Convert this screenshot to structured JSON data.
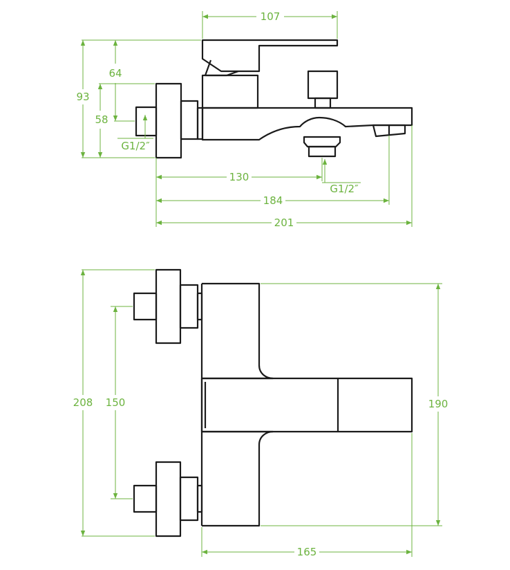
{
  "colors": {
    "dimension": "#6cb33f",
    "outline": "#1a1a1a",
    "background": "#ffffff"
  },
  "side_view": {
    "width_lever": "107",
    "height_total": "93",
    "height_lever": "64",
    "height_inlet": "58",
    "thread_inlet": "G1/2″",
    "dist_outlet": "130",
    "thread_outlet": "G1/2″",
    "dist_spout": "184",
    "length_total": "201"
  },
  "top_view": {
    "height_total": "208",
    "distance_inlets": "150",
    "height_body": "190",
    "length_body": "165"
  }
}
